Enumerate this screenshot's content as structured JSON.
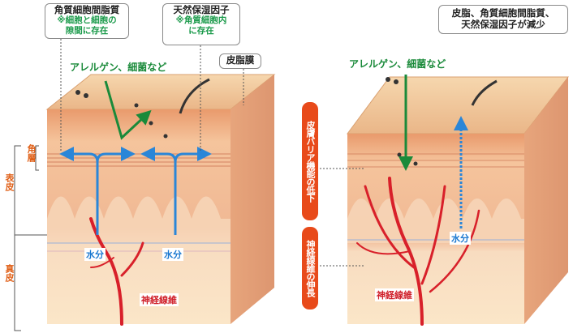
{
  "left": {
    "box_lipid": {
      "title": "角質細胞間脂質",
      "note1": "※細胞と細胞の",
      "note2": "隙間に存在"
    },
    "box_nmf": {
      "title": "天然保湿因子",
      "note1": "※角質細胞内",
      "note2": "に存在"
    },
    "box_sebum": "皮脂膜",
    "allergen": "アレルゲン、細菌など",
    "water1": "水分",
    "water2": "水分",
    "nerve": "神経線維",
    "layer_kaku": "角層",
    "layer_hyohi": "表皮",
    "layer_shinpi": "真皮"
  },
  "right": {
    "box_summary1": "皮脂、角質細胞間脂質、",
    "box_summary2": "天然保湿因子が減少",
    "allergen": "アレルゲン、細菌など",
    "water": "水分",
    "nerve": "神経線維",
    "pill_barrier": "皮膚バリア機能の低下",
    "pill_nerve": "神経線維の伸長"
  },
  "colors": {
    "skin_top": "#f0c898",
    "epidermis": "#f2b48c",
    "dermis": "#fbe4c4",
    "nerve_red": "#d8202a",
    "water_blue": "#2a86d8",
    "allergen_green": "#1a8a3a",
    "pill_orange": "#e84a1a"
  }
}
